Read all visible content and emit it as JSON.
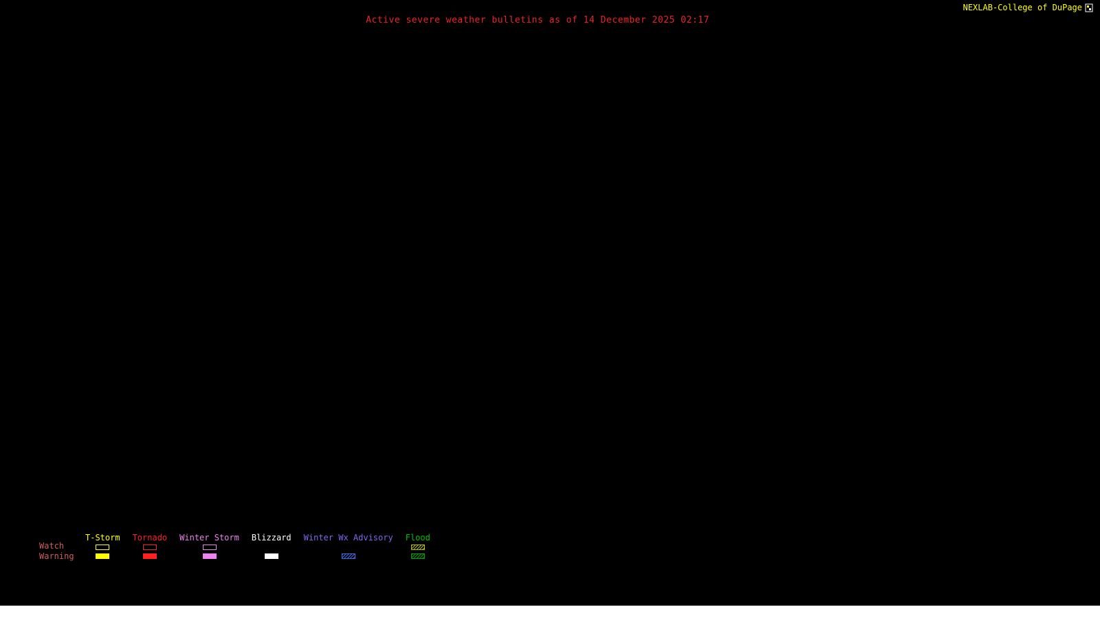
{
  "header": {
    "title": "Active severe weather bulletins as of 14 December 2025 02:17",
    "title_color": "#ee2226",
    "brand": "NEXLAB-College of DuPage",
    "brand_color": "#ffff00"
  },
  "legend": {
    "row_labels": [
      "Watch",
      "Warning"
    ],
    "row_label_color": "#cd5c5c",
    "columns": [
      {
        "label": "T-Storm",
        "label_color": "#ffff00",
        "watch": {
          "style": "outline",
          "color": "#ffff00"
        },
        "warning": {
          "style": "solid",
          "color": "#ffff00"
        }
      },
      {
        "label": "Tornado",
        "label_color": "#ff2020",
        "watch": {
          "style": "outline",
          "color": "#ff2020"
        },
        "warning": {
          "style": "solid",
          "color": "#ff2020"
        }
      },
      {
        "label": "Winter Storm",
        "label_color": "#ee82ee",
        "watch": {
          "style": "outline",
          "color": "#ee82ee"
        },
        "warning": {
          "style": "solid",
          "color": "#ee82ee"
        }
      },
      {
        "label": "Blizzard",
        "label_color": "#ffffff",
        "watch": {
          "style": "none",
          "color": ""
        },
        "warning": {
          "style": "solid",
          "color": "#ffffff"
        }
      },
      {
        "label": "Winter Wx Advisory",
        "label_color": "#7b68ee",
        "watch": {
          "style": "none",
          "color": ""
        },
        "warning": {
          "style": "hatched",
          "color": "#4169e1"
        }
      },
      {
        "label": "Flood",
        "label_color": "#00c000",
        "watch": {
          "style": "hatched",
          "color": "#b8bb00"
        },
        "warning": {
          "style": "hatched",
          "color": "#00a000"
        }
      }
    ]
  }
}
